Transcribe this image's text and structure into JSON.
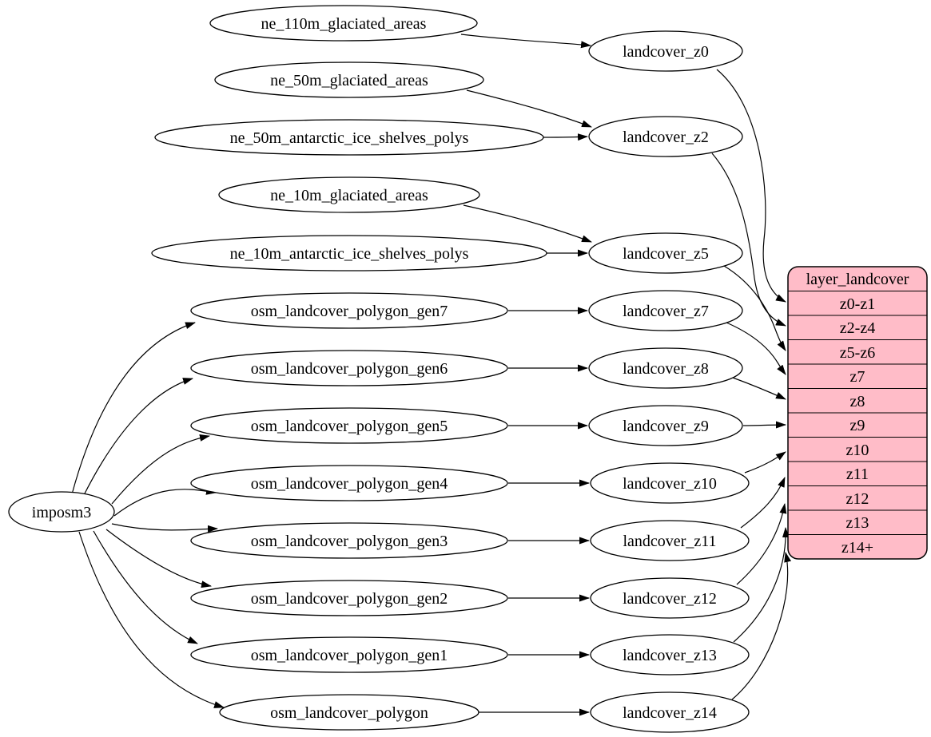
{
  "diagram": {
    "background": "#ffffff",
    "node_fill": "#ffffff",
    "edge_color": "#000000",
    "table_fill": "#ffbcc8"
  },
  "nodes": {
    "imposm3": "imposm3",
    "ne_110m": "ne_110m_glaciated_areas",
    "ne_50m": "ne_50m_glaciated_areas",
    "ne_50m_ice": "ne_50m_antarctic_ice_shelves_polys",
    "ne_10m": "ne_10m_glaciated_areas",
    "ne_10m_ice": "ne_10m_antarctic_ice_shelves_polys",
    "gen7": "osm_landcover_polygon_gen7",
    "gen6": "osm_landcover_polygon_gen6",
    "gen5": "osm_landcover_polygon_gen5",
    "gen4": "osm_landcover_polygon_gen4",
    "gen3": "osm_landcover_polygon_gen3",
    "gen2": "osm_landcover_polygon_gen2",
    "gen1": "osm_landcover_polygon_gen1",
    "polygon": "osm_landcover_polygon",
    "z0": "landcover_z0",
    "z2": "landcover_z2",
    "z5": "landcover_z5",
    "z7": "landcover_z7",
    "z8": "landcover_z8",
    "z9": "landcover_z9",
    "z10": "landcover_z10",
    "z11": "landcover_z11",
    "z12": "landcover_z12",
    "z13": "landcover_z13",
    "z14": "landcover_z14"
  },
  "table": {
    "title": "layer_landcover",
    "rows": [
      "z0-z1",
      "z2-z4",
      "z5-z6",
      "z7",
      "z8",
      "z9",
      "z10",
      "z11",
      "z12",
      "z13",
      "z14+"
    ],
    "fill": "#ffbcc8"
  },
  "edges": [
    {
      "from": "imposm3",
      "to": "osm_landcover_polygon_gen7"
    },
    {
      "from": "imposm3",
      "to": "osm_landcover_polygon_gen6"
    },
    {
      "from": "imposm3",
      "to": "osm_landcover_polygon_gen5"
    },
    {
      "from": "imposm3",
      "to": "osm_landcover_polygon_gen4"
    },
    {
      "from": "imposm3",
      "to": "osm_landcover_polygon_gen3"
    },
    {
      "from": "imposm3",
      "to": "osm_landcover_polygon_gen2"
    },
    {
      "from": "imposm3",
      "to": "osm_landcover_polygon_gen1"
    },
    {
      "from": "imposm3",
      "to": "osm_landcover_polygon"
    },
    {
      "from": "ne_110m_glaciated_areas",
      "to": "landcover_z0"
    },
    {
      "from": "ne_50m_glaciated_areas",
      "to": "landcover_z2"
    },
    {
      "from": "ne_50m_antarctic_ice_shelves_polys",
      "to": "landcover_z2"
    },
    {
      "from": "ne_10m_glaciated_areas",
      "to": "landcover_z5"
    },
    {
      "from": "ne_10m_antarctic_ice_shelves_polys",
      "to": "landcover_z5"
    },
    {
      "from": "osm_landcover_polygon_gen7",
      "to": "landcover_z7"
    },
    {
      "from": "osm_landcover_polygon_gen6",
      "to": "landcover_z8"
    },
    {
      "from": "osm_landcover_polygon_gen5",
      "to": "landcover_z9"
    },
    {
      "from": "osm_landcover_polygon_gen4",
      "to": "landcover_z10"
    },
    {
      "from": "osm_landcover_polygon_gen3",
      "to": "landcover_z11"
    },
    {
      "from": "osm_landcover_polygon_gen2",
      "to": "landcover_z12"
    },
    {
      "from": "osm_landcover_polygon_gen1",
      "to": "landcover_z13"
    },
    {
      "from": "osm_landcover_polygon",
      "to": "landcover_z14"
    },
    {
      "from": "landcover_z0",
      "to": "layer_landcover.z0-z1"
    },
    {
      "from": "landcover_z2",
      "to": "layer_landcover.z2-z4"
    },
    {
      "from": "landcover_z5",
      "to": "layer_landcover.z5-z6"
    },
    {
      "from": "landcover_z7",
      "to": "layer_landcover.z7"
    },
    {
      "from": "landcover_z8",
      "to": "layer_landcover.z8"
    },
    {
      "from": "landcover_z9",
      "to": "layer_landcover.z9"
    },
    {
      "from": "landcover_z10",
      "to": "layer_landcover.z10"
    },
    {
      "from": "landcover_z11",
      "to": "layer_landcover.z11"
    },
    {
      "from": "landcover_z12",
      "to": "layer_landcover.z12"
    },
    {
      "from": "landcover_z13",
      "to": "layer_landcover.z13"
    },
    {
      "from": "landcover_z14",
      "to": "layer_landcover.z14+"
    }
  ]
}
